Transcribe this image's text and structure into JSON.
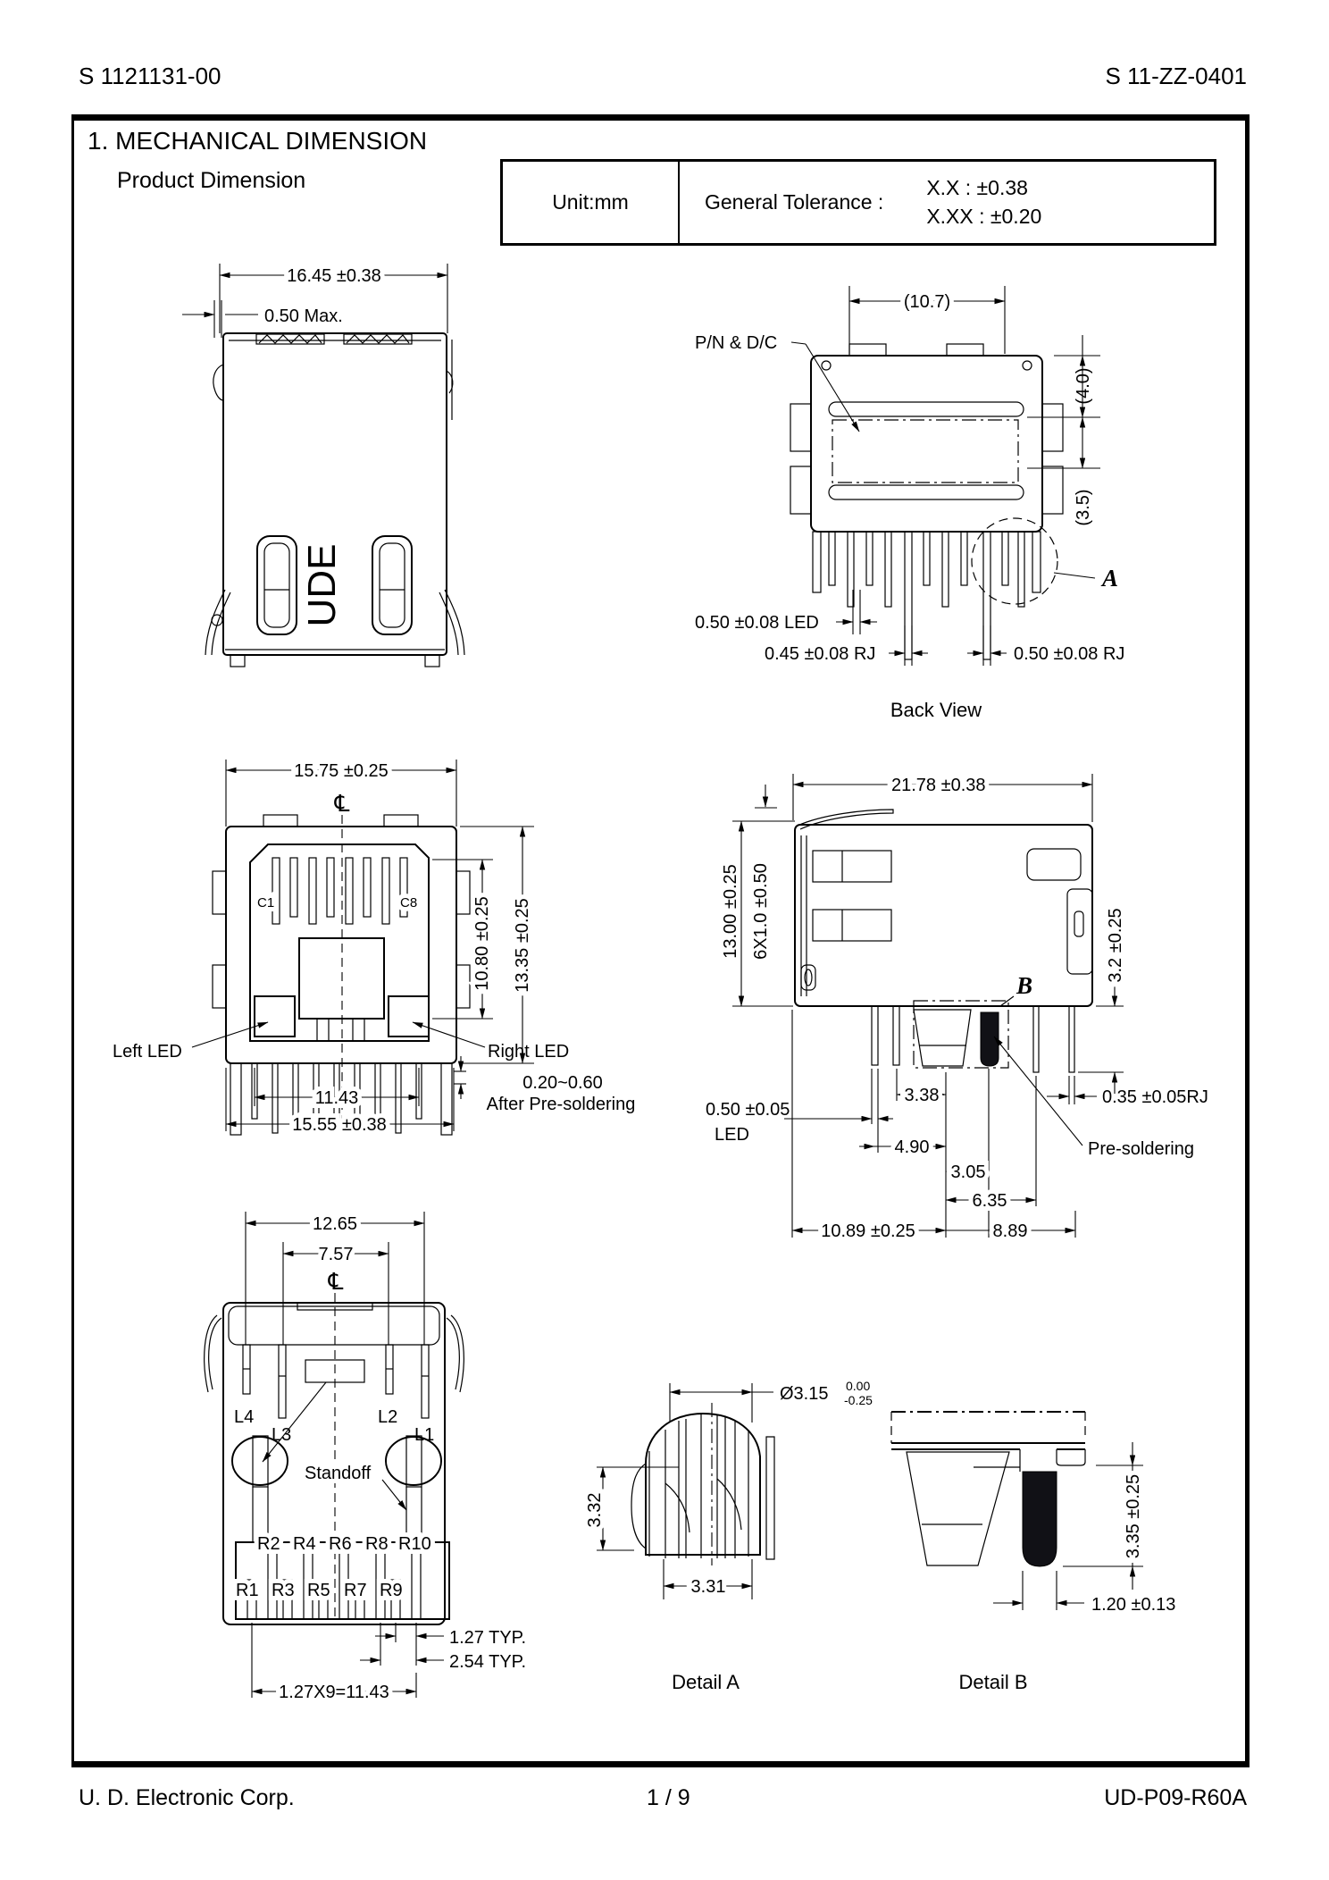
{
  "page": {
    "doc_number_left": "S 1121131-00",
    "doc_number_right": "S 11-ZZ-0401",
    "footer_company": "U. D. Electronic Corp.",
    "footer_page": "1 / 9",
    "footer_code": "UD-P09-R60A"
  },
  "header": {
    "section_title": "1.  MECHANICAL DIMENSION",
    "subtitle": "Product Dimension",
    "unit_label": "Unit:mm",
    "tolerance_label": "General Tolerance :",
    "tolerance_x": "X.X : ±0.38",
    "tolerance_xx": "X.XX : ±0.20"
  },
  "top_view": {
    "dim_width": "16.45 ±0.38",
    "dim_edge": "0.50 Max.",
    "shield_mark": "UDE"
  },
  "back_view": {
    "dim_width": "(10.7)",
    "label_pn": "P/N & D/C",
    "dim_h_top": "(4.0)",
    "dim_h_bottom": "(3.5)",
    "dim_led": "0.50 ±0.08 LED",
    "dim_rj_left": "0.45 ±0.08 RJ",
    "dim_rj_right": "0.50 ±0.08 RJ",
    "detail_label": "A",
    "caption": "Back View"
  },
  "front_view": {
    "dim_width_top": "15.75 ±0.25",
    "centerline": "℄",
    "contact_first": "C1",
    "contact_last": "C8",
    "label_left_led": "Left LED",
    "label_right_led": "Right LED",
    "dim_inner_height": "10.80 ±0.25",
    "dim_outer_height": "13.35 ±0.25",
    "dim_pin_span": "11.43",
    "dim_width_bottom": "15.55 ±0.38",
    "note_line1": "0.20~0.60",
    "note_line2": "After Pre-soldering"
  },
  "side_view": {
    "dim_width": "21.78 ±0.38",
    "dim_height": "13.00 ±0.25",
    "dim_pitch": "6X1.0 ±0.50",
    "dim_pin_height": "3.2 ±0.25",
    "detail_label": "B",
    "dim_led_line1": "0.50 ±0.05",
    "dim_led_line2": "LED",
    "dim_338": "3.38",
    "dim_rj": "0.35 ±0.05RJ",
    "dim_490": "4.90",
    "label_presolder": "Pre-soldering",
    "dim_305": "3.05",
    "dim_635": "6.35",
    "dim_1089": "10.89 ±0.25",
    "dim_889": "8.89"
  },
  "bottom_view": {
    "dim_width": "12.65",
    "dim_inner": "7.57",
    "centerline": "℄",
    "l_labels": [
      "L4",
      "L3",
      "L2",
      "L1"
    ],
    "label_standoff": "Standoff",
    "r_labels_top": [
      "R2",
      "R4",
      "R6",
      "R8",
      "R10"
    ],
    "r_labels_bottom": [
      "R1",
      "R3",
      "R5",
      "R7",
      "R9"
    ],
    "dim_pitch1": "1.27 TYP.",
    "dim_pitch2": "2.54 TYP.",
    "dim_row": "1.27X9=11.43"
  },
  "detail_a": {
    "dim_dia": "Ø3.15",
    "dia_tol_hi": "0.00",
    "dia_tol_lo": "-0.25",
    "dim_height": "3.32",
    "dim_width": "3.31",
    "caption": "Detail A"
  },
  "detail_b": {
    "dim_height": "3.35 ±0.25",
    "dim_width": "1.20 ±0.13",
    "caption": "Detail B"
  }
}
